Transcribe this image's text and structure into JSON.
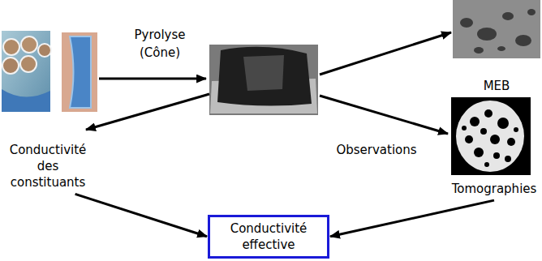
{
  "diagram": {
    "nodes": [
      {
        "text": [
          "Conductivité des constituants"
        ]
      },
      {
        "text": [
          "MEB"
        ]
      },
      {
        "text": [
          "Tomographies"
        ]
      },
      {
        "text": [
          "Conductivité effective"
        ]
      }
    ],
    "edges": [
      {
        "from": 0,
        "to": 3,
        "arrow": "to"
      },
      {
        "from": 2,
        "to": 3,
        "arrow": "to"
      }
    ],
    "labels": [
      "Pyrolyse (Cône)",
      "Observations"
    ]
  }
}
